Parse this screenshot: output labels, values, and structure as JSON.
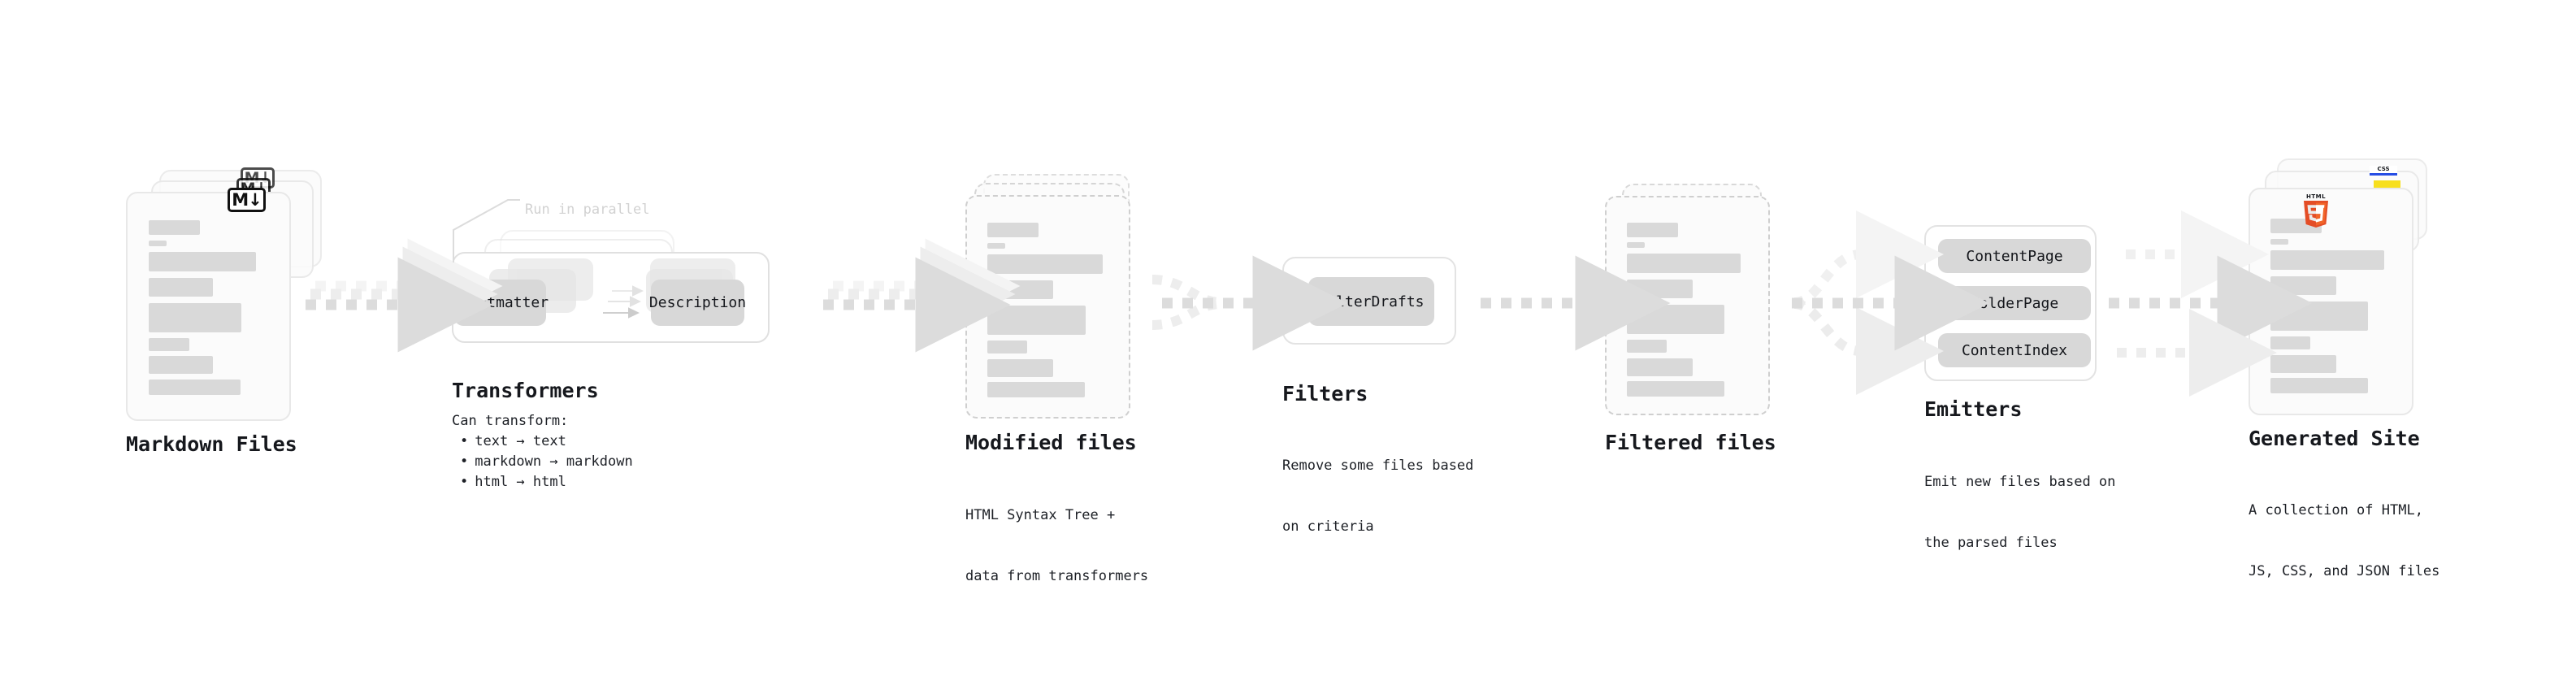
{
  "diagram": {
    "title_font_size": 25,
    "accent_colors": {
      "bar": "#d9d9d9",
      "card_bg": "#fbfbfb",
      "card_border": "#e8e8e8",
      "dashed_border": "#cfcfcf",
      "chip_bg": "#d8d8d8",
      "arrow": "#dcdcdc",
      "text": "#16181d",
      "muted": "#d2d2d2",
      "html5_orange": "#e44d26",
      "html5_orange_light": "#f16529",
      "css_blue": "#264de4",
      "js_yellow": "#f7df1e"
    }
  },
  "stages": [
    {
      "id": "markdown-files",
      "title": "Markdown Files",
      "subtitle": "",
      "badge": "M↓",
      "badge_name": "markdown-icon"
    },
    {
      "id": "transformers",
      "title": "Transformers",
      "parallel_label": "Run in parallel",
      "chips": [
        "Frontmatter",
        "Description"
      ],
      "desc_lead": "Can transform:",
      "desc_bullets": [
        "text → text",
        "markdown → markdown",
        "html → html"
      ]
    },
    {
      "id": "modified-files",
      "title": "Modified files",
      "subtitle_lines": [
        "HTML Syntax Tree +",
        "data from transformers"
      ]
    },
    {
      "id": "filters",
      "title": "Filters",
      "chips": [
        "FilterDrafts"
      ],
      "subtitle_lines": [
        "Remove some files based",
        "on criteria"
      ]
    },
    {
      "id": "filtered-files",
      "title": "Filtered files",
      "subtitle_lines": []
    },
    {
      "id": "emitters",
      "title": "Emitters",
      "chips": [
        "ContentPage",
        "FolderPage",
        "ContentIndex"
      ],
      "subtitle_lines": [
        "Emit new files based on",
        "the parsed files"
      ]
    },
    {
      "id": "generated-site",
      "title": "Generated Site",
      "subtitle_lines": [
        "A collection of HTML,",
        "JS, CSS, and JSON files"
      ],
      "badges": [
        "css-icon",
        "js-icon",
        "html5-icon"
      ],
      "badge_labels": [
        "CSS",
        "",
        "HTML"
      ]
    }
  ]
}
